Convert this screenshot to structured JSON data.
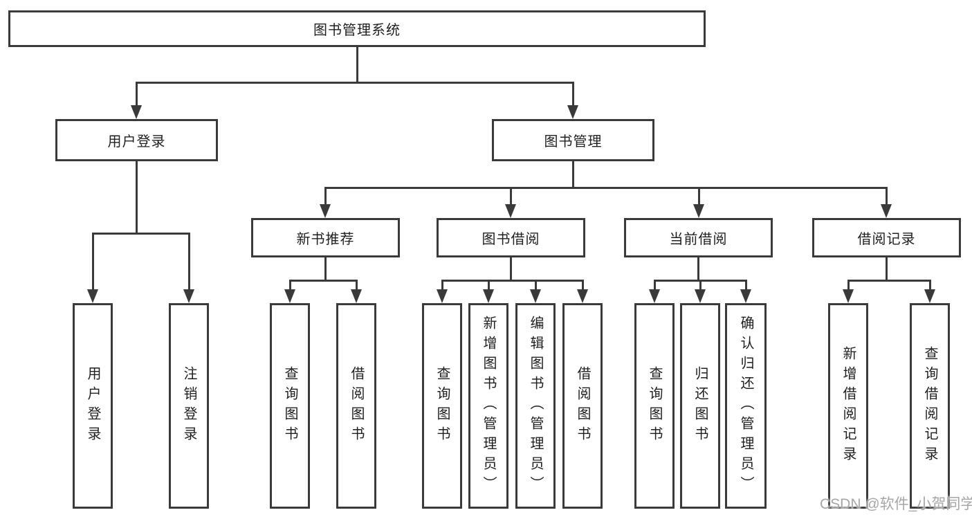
{
  "root": {
    "label": "图书管理系统"
  },
  "branches": [
    {
      "label": "用户登录",
      "children": [
        {
          "label": "用户登录"
        },
        {
          "label": "注销登录"
        }
      ]
    },
    {
      "label": "图书管理",
      "children": [
        {
          "label": "新书推荐",
          "children": [
            {
              "label": "查询图书"
            },
            {
              "label": "借阅图书"
            }
          ]
        },
        {
          "label": "图书借阅",
          "children": [
            {
              "label": "查询图书"
            },
            {
              "label": "新增图书（管理员）"
            },
            {
              "label": "编辑图书（管理员）"
            },
            {
              "label": "借阅图书"
            }
          ]
        },
        {
          "label": "当前借阅",
          "children": [
            {
              "label": "查询图书"
            },
            {
              "label": "归还图书"
            },
            {
              "label": "确认归还（管理员）"
            }
          ]
        },
        {
          "label": "借阅记录",
          "children": [
            {
              "label": "新增借阅记录"
            },
            {
              "label": "查询借阅记录"
            }
          ]
        }
      ]
    }
  ],
  "watermark": {
    "text": "CSDN @软件_小贺同学"
  },
  "colors": {
    "line": "#3a3a3a",
    "text": "#1f1f1f",
    "background": "#ffffff",
    "watermark": "#a6a6a6"
  }
}
